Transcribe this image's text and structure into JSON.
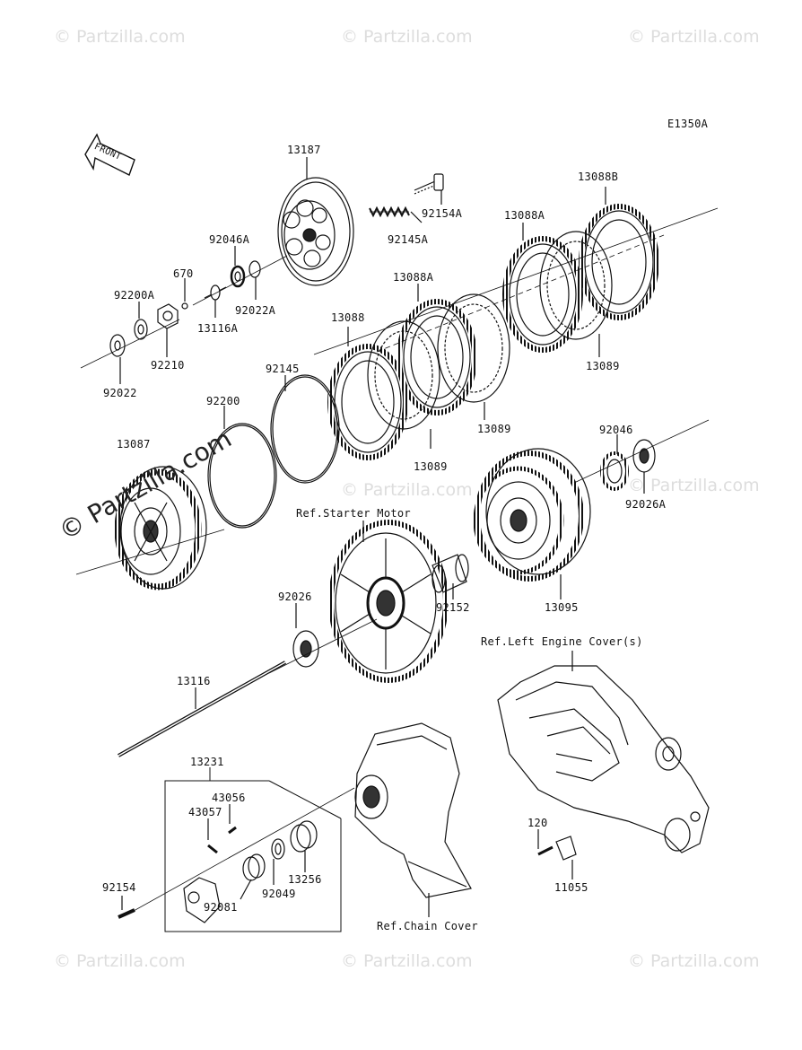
{
  "diagram_code": "E1350A",
  "front_arrow": "FRONT",
  "watermark": {
    "small": "© Partzilla.com",
    "large": "© Partzilla.com"
  },
  "parts": {
    "p13187": "13187",
    "p92154A": "92154A",
    "p92145A": "92145A",
    "p13088B": "13088B",
    "p13088A_top": "13088A",
    "p92046A": "92046A",
    "p670": "670",
    "p92200A": "92200A",
    "p92022A": "92022A",
    "p13116A": "13116A",
    "p92210": "92210",
    "p92022": "92022",
    "p13088A_mid": "13088A",
    "p13088": "13088",
    "p13089_right": "13089",
    "p92145": "92145",
    "p92200": "92200",
    "p13089_mid": "13089",
    "p13089_low": "13089",
    "p13087": "13087",
    "p92046": "92046",
    "p92026A": "92026A",
    "p92152": "92152",
    "p13095": "13095",
    "p92026": "92026",
    "p13116": "13116",
    "p13231": "13231",
    "p43056": "43056",
    "p43057": "43057",
    "p120": "120",
    "p11055": "11055",
    "p92154": "92154",
    "p92049": "92049",
    "p13256": "13256",
    "p92081": "92081"
  },
  "refs": {
    "starter_motor": "Ref.Starter Motor",
    "left_engine_cover": "Ref.Left Engine Cover(s)",
    "chain_cover": "Ref.Chain Cover"
  }
}
